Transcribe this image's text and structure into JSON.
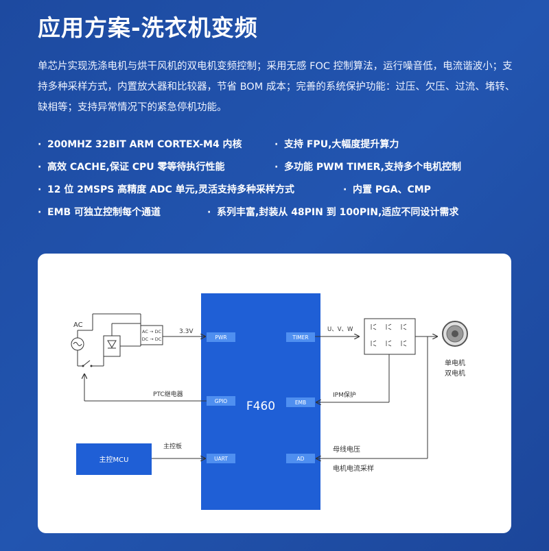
{
  "title": "应用方案-洗衣机变频",
  "description": "单芯片实现洗涤电机与烘干风机的双电机变频控制；采用无感 FOC 控制算法，运行噪音低，电流谐波小；支持多种采样方式，内置放大器和比较器，节省 BOM 成本；完善的系统保护功能：过压、欠压、过流、堵转、缺相等；支持异常情况下的紧急停机功能。",
  "features": [
    "200MHZ 32BIT ARM CORTEX-M4 内核",
    "支持 FPU,大幅度提升算力",
    "高效 CACHE,保证 CPU 零等待执行性能",
    "多功能 PWM TIMER,支持多个电机控制",
    "12 位 2MSPS 高精度 ADC 单元,灵活支持多种采样方式",
    "内置 PGA、CMP",
    "EMB 可独立控制每个通道",
    "系列丰富,封装从 48PIN 到 100PIN,适应不同设计需求"
  ],
  "diagram": {
    "chip": "F460",
    "ports": {
      "pwr": "PWR",
      "gpio": "GPIO",
      "uart": "UART",
      "timer": "TIMER",
      "emb": "EMB",
      "ad": "AD"
    },
    "ac_label": "AC",
    "acdc_top": "AC → DC",
    "acdc_bottom": "DC → DC",
    "voltage": "3.3V",
    "uvw": "U、V、W",
    "ptc": "PTC继电器",
    "ipm": "IPM保护",
    "main_board": "主控板",
    "main_mcu": "主控MCU",
    "bus_voltage": "母线电压",
    "current_sampling": "电机电流采样",
    "motor_label_1": "单电机",
    "motor_label_2": "双电机"
  },
  "colors": {
    "background": "#1e4fa3",
    "chip_blue": "#1f5fd6",
    "port_blue": "#4f8ff0",
    "line": "#333333"
  }
}
